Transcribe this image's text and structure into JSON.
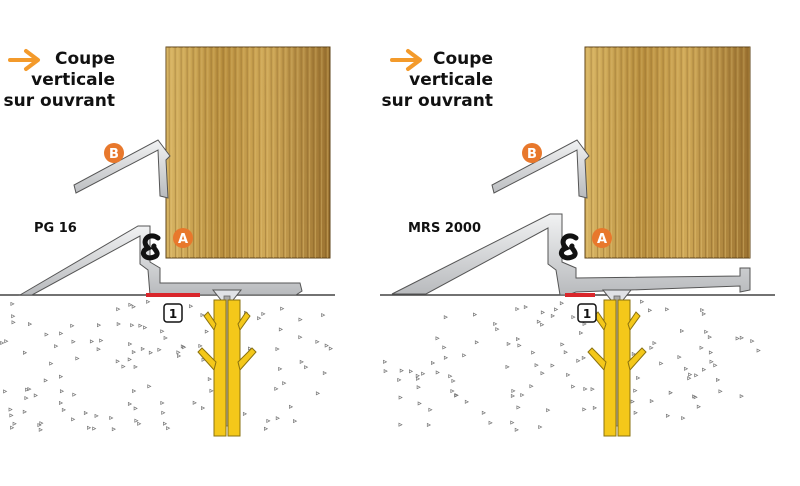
{
  "panels": [
    {
      "caption": {
        "line1": "Coupe",
        "line2": "verticale",
        "line3": "sur  ouvrant"
      },
      "model": "PG 16",
      "callouts": {
        "a": "A",
        "b": "B",
        "one": "1"
      }
    },
    {
      "caption": {
        "line1": "Coupe",
        "line2": "verticale",
        "line3": "sur ouvrant"
      },
      "model": "MRS 2000",
      "callouts": {
        "a": "A",
        "b": "B",
        "one": "1"
      }
    }
  ],
  "colors": {
    "arrow": "#f39a2b",
    "callout": "#e8782c",
    "wood_light": "#c9a24e",
    "wood_dark": "#8a6528",
    "aluminium": "#d9dadc",
    "seal_red": "#d9262b",
    "anchor_yellow": "#f4c81a",
    "floor_dots": "#777777"
  },
  "icons": [
    "arrow-right-icon",
    "gasket-icon",
    "anchor-plug-icon",
    "screw-icon"
  ]
}
